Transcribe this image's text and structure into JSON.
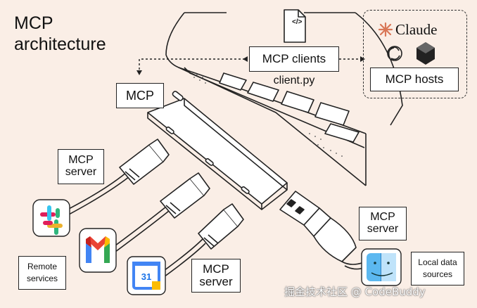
{
  "title": {
    "line1": "MCP",
    "line2": "architecture"
  },
  "clients": {
    "label": "MCP clients",
    "filename": "client.py",
    "file_icon_glyph": "</>"
  },
  "hosts": {
    "brand_claude": "Claude",
    "label": "MCP hosts"
  },
  "hub": {
    "label": "MCP"
  },
  "servers": {
    "top_left": {
      "line1": "MCP",
      "line2": "server"
    },
    "right": {
      "line1": "MCP",
      "line2": "server"
    },
    "bottom": {
      "line1": "MCP",
      "line2": "server"
    }
  },
  "remote": {
    "line1": "Remote",
    "line2": "services"
  },
  "local": {
    "line1": "Local data",
    "line2": "sources"
  },
  "calendar": {
    "day": "31"
  },
  "watermark": "掘金技术社区 @ CodeBuddy",
  "colors": {
    "background": "#faeee6",
    "claude_orange": "#d97757",
    "line": "#222222"
  }
}
